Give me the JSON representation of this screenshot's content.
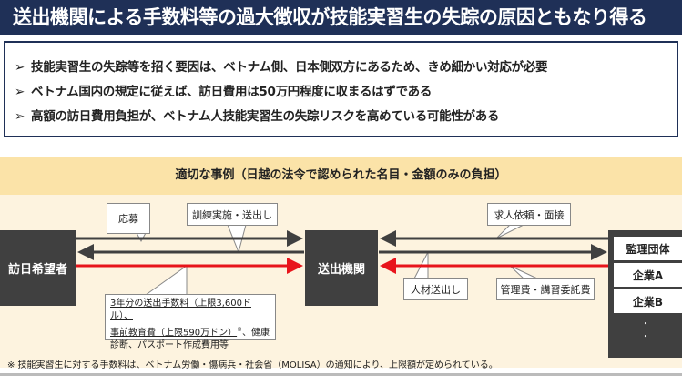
{
  "title": "送出機関による手数料等の過大徴収が技能実習生の失踪の原因ともなり得る",
  "bullet_marker": "➢",
  "bullets": [
    "技能実習生の失踪等を招く要因は、ベトナム側、日本側双方にあるため、きめ細かい対応が必要",
    "ベトナム国内の規定に従えば、訪日費用は50万円程度に収まるはずである",
    "高額の訪日費用負担が、ベトナム人技能実習生の失踪リスクを高めている可能性がある"
  ],
  "diagram": {
    "header": "適切な事例（日越の法令で認められた名目・金額のみの負担）",
    "applicant": "訪日希望者",
    "sending_org": "送出機関",
    "right_column": [
      "監理団体",
      "企業A",
      "企業B"
    ],
    "dots": "・",
    "callouts": {
      "apply": "応募",
      "training": "訓練実施・送出し",
      "recruit": "求人依頼・面接",
      "dispatch": "人材送出し",
      "mgmt_fee": "管理費・講習委託費",
      "fees_line1": "3年分の送出手数料（上限3,600ドル）、",
      "fees_line2": "事前教育費（上限590万ドン）",
      "fees_mark": "※",
      "fees_line2b": "、健康",
      "fees_line3": "診断、パスポート作成費用等"
    },
    "footnote": "※ 技能実習生に対する手数料は、ベトナム労働・傷病兵・社会省（MOLISA）の通知により、上限額が定められている。"
  },
  "colors": {
    "navy": "#1f3057",
    "dark": "#404040",
    "red": "#e8141b"
  }
}
